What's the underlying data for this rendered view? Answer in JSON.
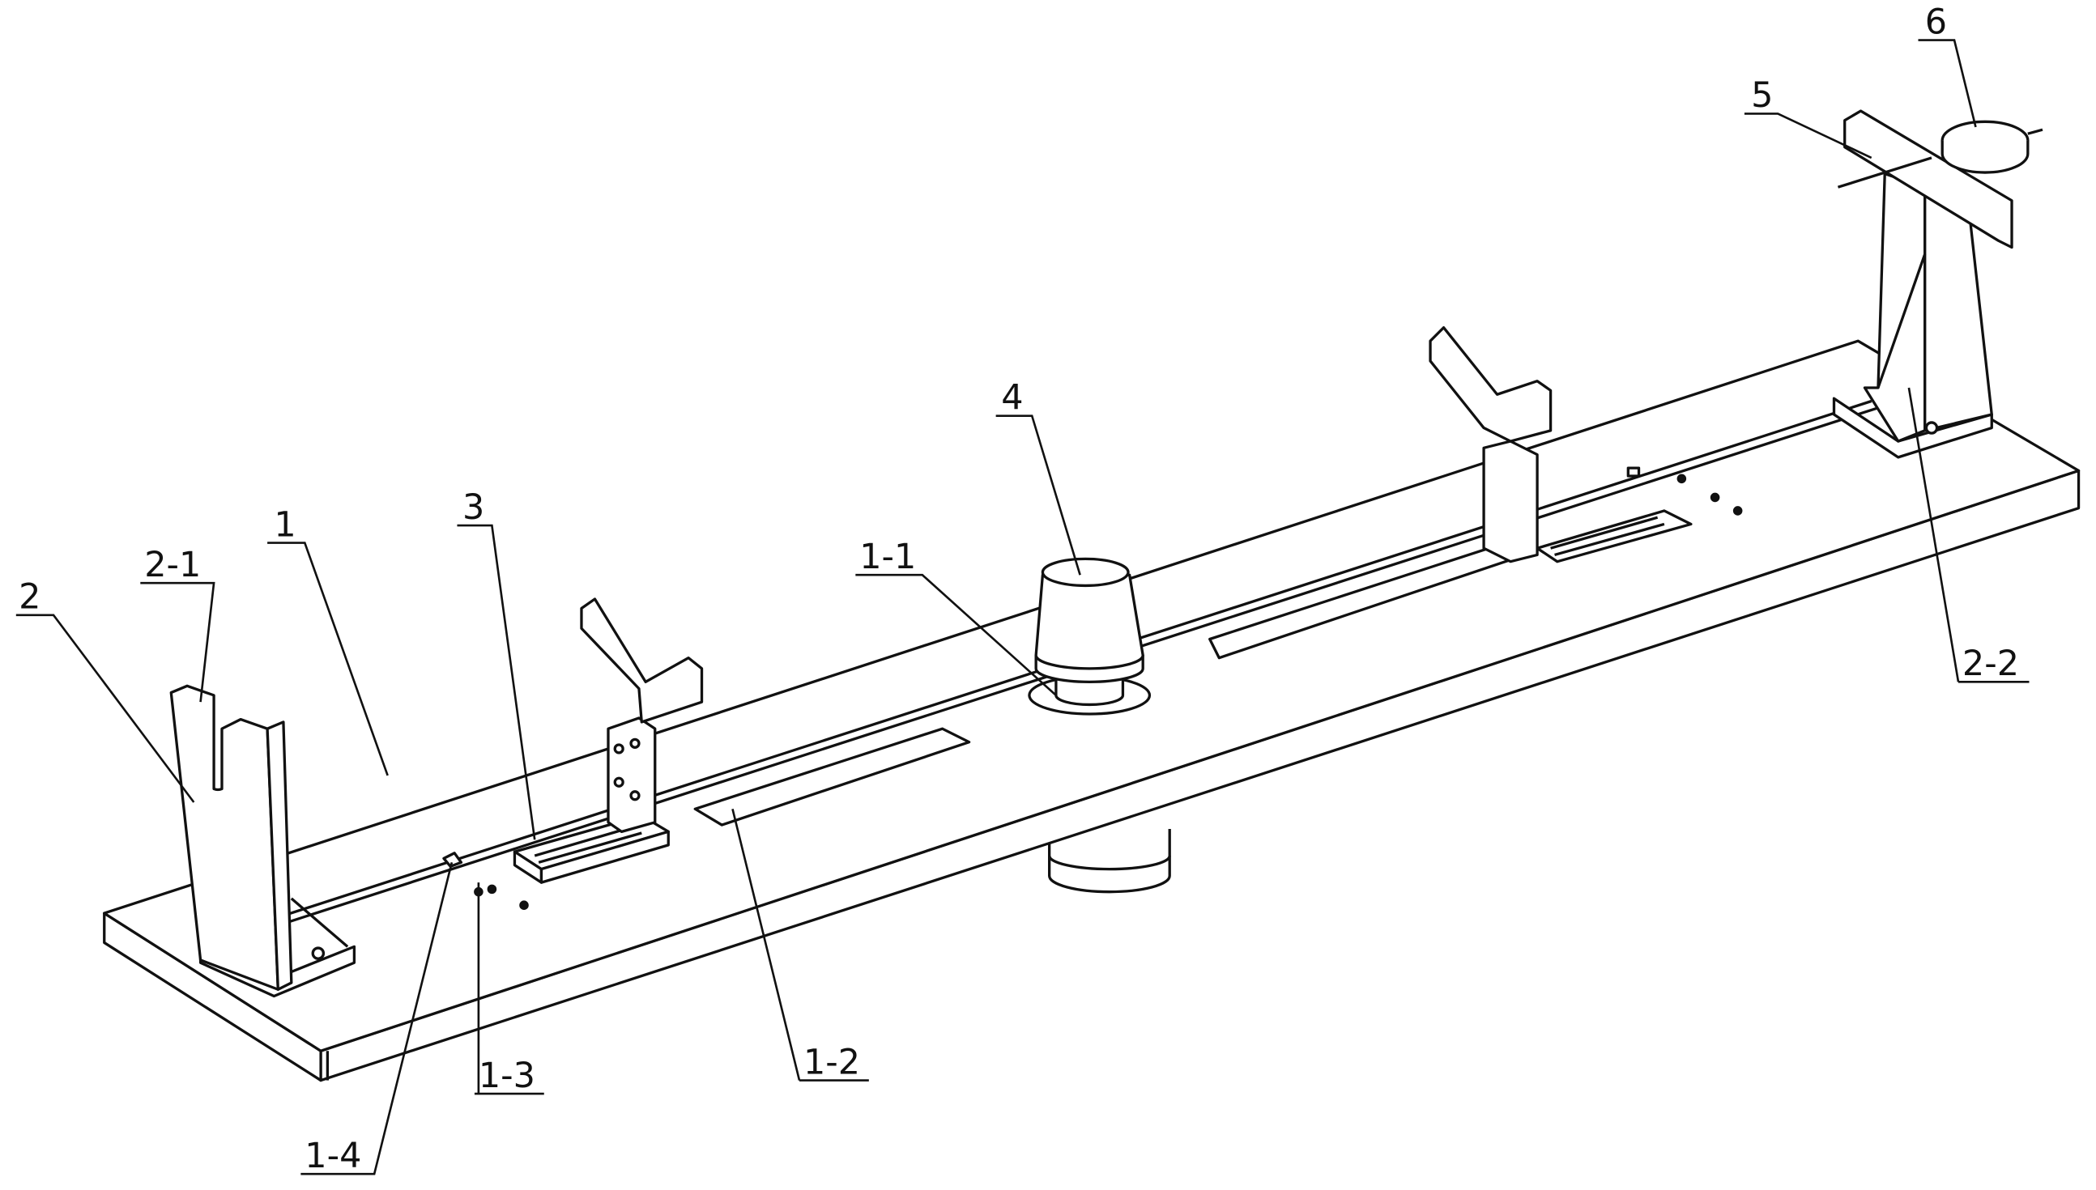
{
  "figure": {
    "labels": {
      "l1": "1",
      "l2": "2",
      "l2_1": "2-1",
      "l2_2": "2-2",
      "l3": "3",
      "l4": "4",
      "l1_1": "1-1",
      "l1_2": "1-2",
      "l1_3": "1-3",
      "l1_4": "1-4",
      "l5": "5",
      "l6": "6"
    }
  }
}
